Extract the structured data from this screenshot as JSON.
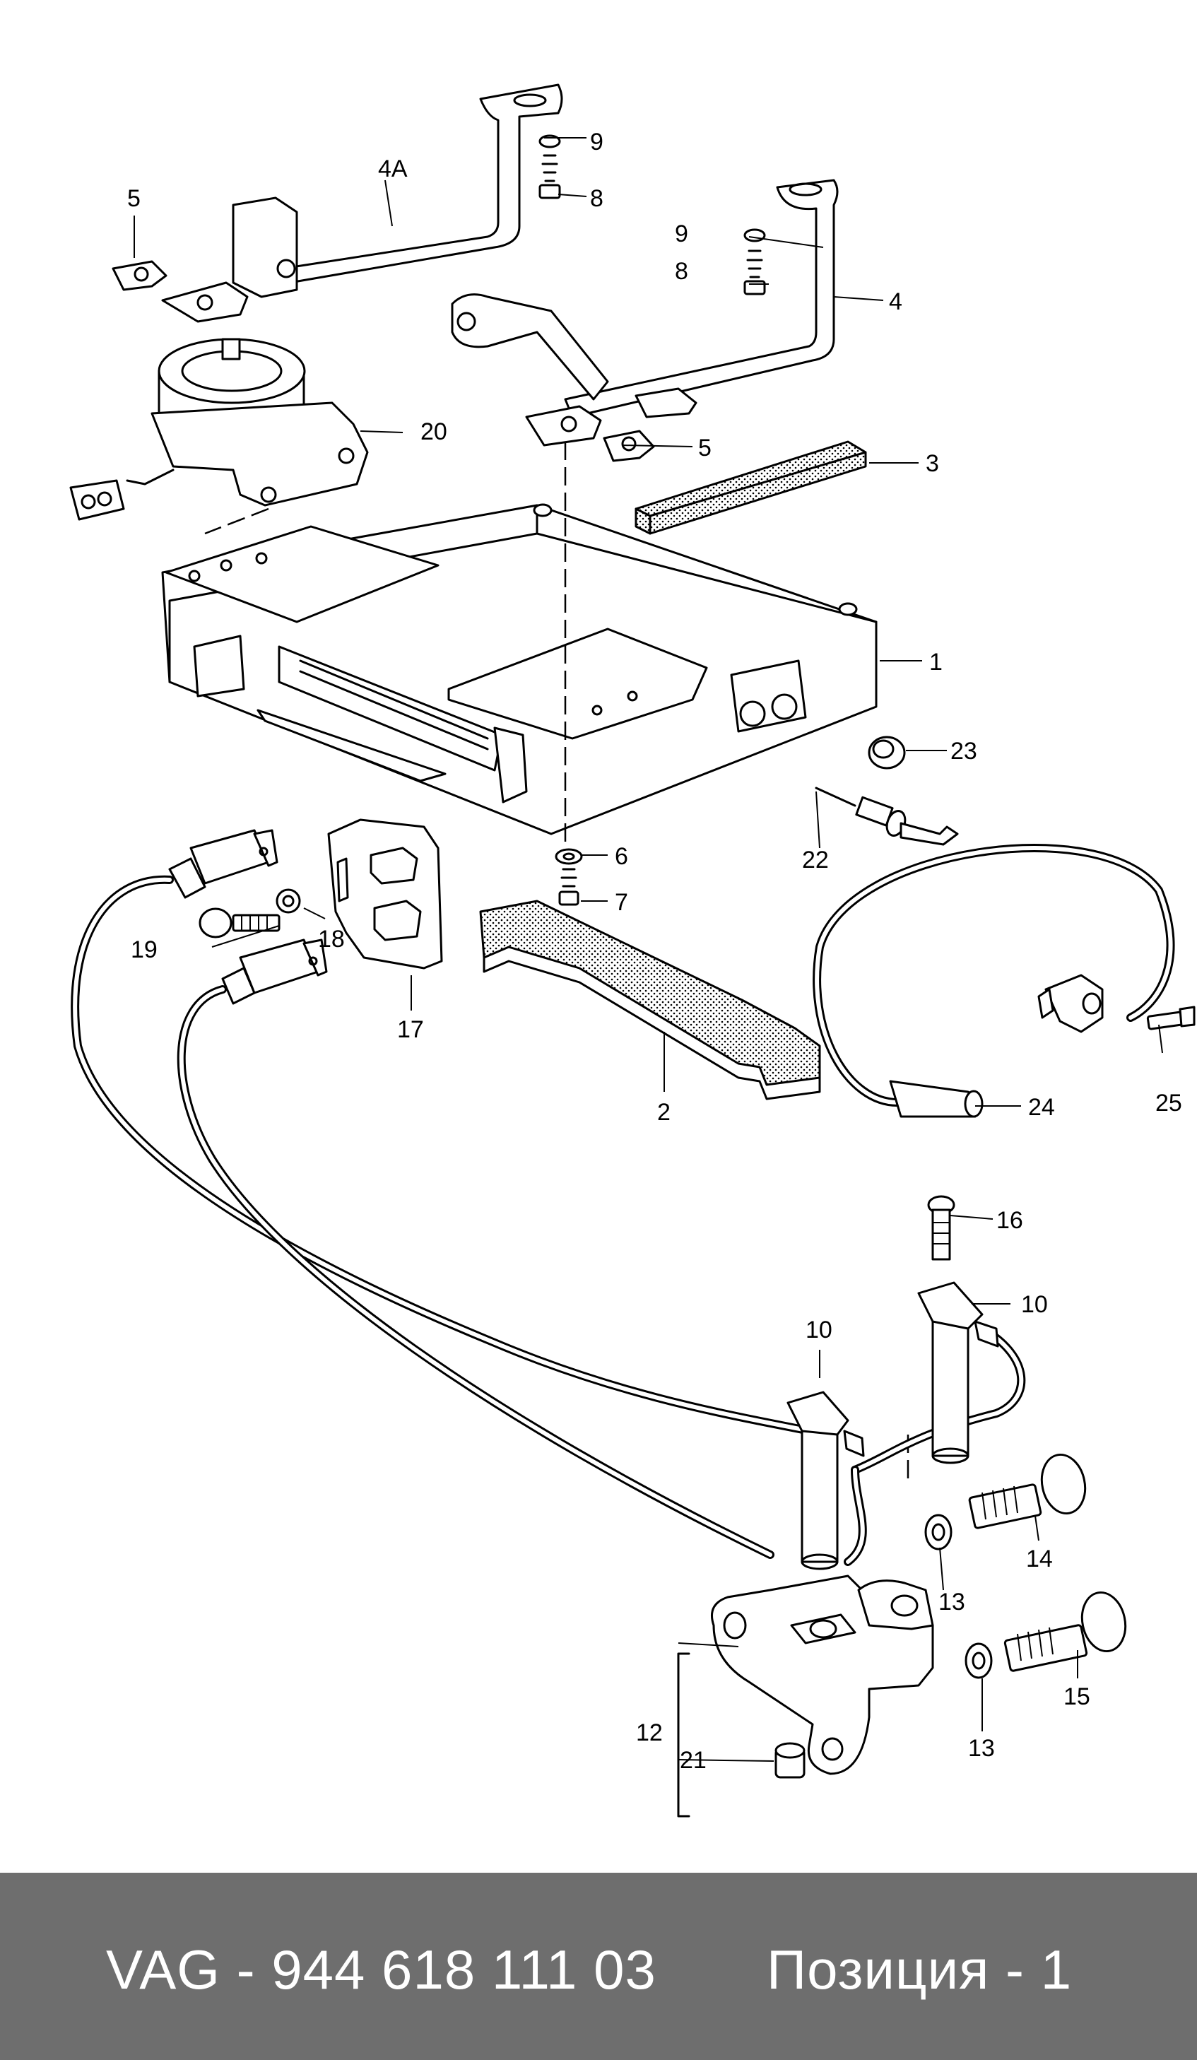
{
  "diagram": {
    "callouts": {
      "c1": "1",
      "c2": "2",
      "c3": "3",
      "c4": "4",
      "c4a": "4A",
      "c5a": "5",
      "c5b": "5",
      "c6": "6",
      "c7": "7",
      "c8a": "8",
      "c8b": "8",
      "c9a": "9",
      "c9b": "9",
      "c10a": "10",
      "c10b": "10",
      "c12": "12",
      "c13a": "13",
      "c13b": "13",
      "c14": "14",
      "c15": "15",
      "c16": "16",
      "c17": "17",
      "c18": "18",
      "c19": "19",
      "c20": "20",
      "c21": "21",
      "c22": "22",
      "c23": "23",
      "c24": "24",
      "c25": "25"
    }
  },
  "footer": {
    "part_code": "VAG - 944 618 111 03",
    "position": "Позиция - 1",
    "background_color": "#6e6e6e",
    "text_color": "#ffffff"
  }
}
